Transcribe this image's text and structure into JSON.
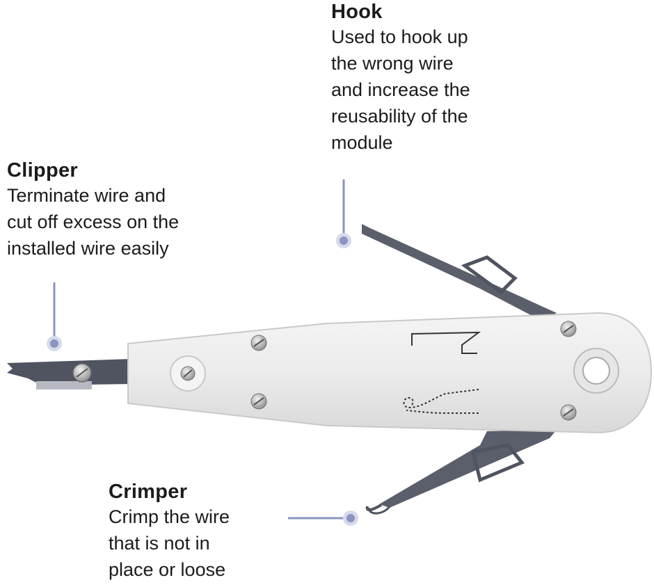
{
  "accent_color": "#8a94c0",
  "callouts": {
    "hook": {
      "title": "Hook",
      "lines": [
        "Used to hook up",
        "the wrong wire",
        "and increase the",
        "reusability of the",
        "module"
      ]
    },
    "clipper": {
      "title": "Clipper",
      "lines": [
        "Terminate wire and",
        "cut off excess on the",
        "installed wire easily"
      ]
    },
    "crimper": {
      "title": "Crimper",
      "lines": [
        "Crimp the wire",
        "that is not in",
        "place or loose"
      ]
    }
  },
  "icons": [
    "screw-icon",
    "blade-icon",
    "hook-icon"
  ]
}
